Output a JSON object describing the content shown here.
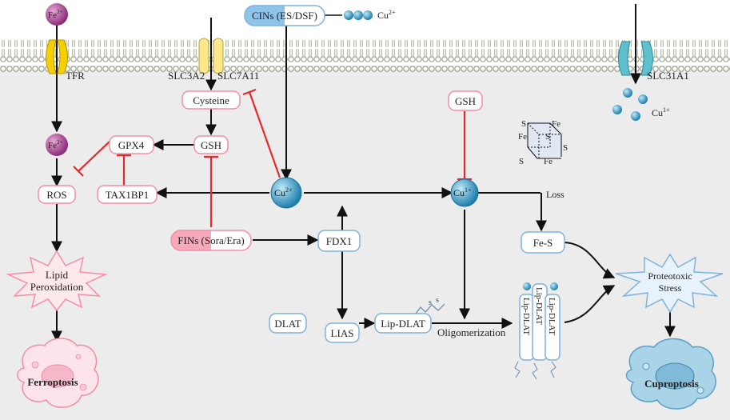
{
  "ions": {
    "fe3": "Fe",
    "fe3_sup": "3+",
    "fe2": "Fe",
    "fe2_sup": "2+",
    "cu2_free": "Cu",
    "cu2_free_sup": "2+",
    "cu1_free": "Cu",
    "cu1_free_sup": "1+",
    "cu2_center": "Cu",
    "cu2_center_sup": "2+",
    "cu1_center": "Cu",
    "cu1_center_sup": "1+"
  },
  "transporters": {
    "tfr": "TFR",
    "slc3a2": "SLC3A2",
    "slc7a11": "SLC7A11",
    "slc31a1": "SLC31A1"
  },
  "drugs": {
    "cins": "CINs (ES/DSF)",
    "fins": "FINs (Sora/Era)"
  },
  "nodes": {
    "cysteine": "Cysteine",
    "gsh_left": "GSH",
    "gpx4": "GPX4",
    "ros": "ROS",
    "tax1bp1": "TAX1BP1",
    "gsh_right": "GSH",
    "fdx1": "FDX1",
    "dlat": "DLAT",
    "lias": "LIAS",
    "lip_dlat": "Lip-DLAT",
    "fe_s": "Fe-S",
    "loss": "Loss",
    "oligomerization": "Oligomerization",
    "lip_dlat_stack": "Lip-DLAT"
  },
  "cluster_atoms": {
    "s": "S",
    "fe": "Fe"
  },
  "outcomes": {
    "lipid_line1": "Lipid",
    "lipid_line2": "Peroxidation",
    "ferroptosis": "Ferroptosis",
    "proteotoxic_line1": "Proteotoxic",
    "proteotoxic_line2": "Stress",
    "cuproptosis": "Cuproptosis"
  },
  "colors": {
    "pink_box": "#f28fa4",
    "blue_box": "#7fb3dc",
    "inhibit": "#e8272a",
    "arrow": "#111111",
    "fe_purple": "#a5478f",
    "cu_blue": "#2aa3cf",
    "cytoplasm": "#ececec"
  }
}
